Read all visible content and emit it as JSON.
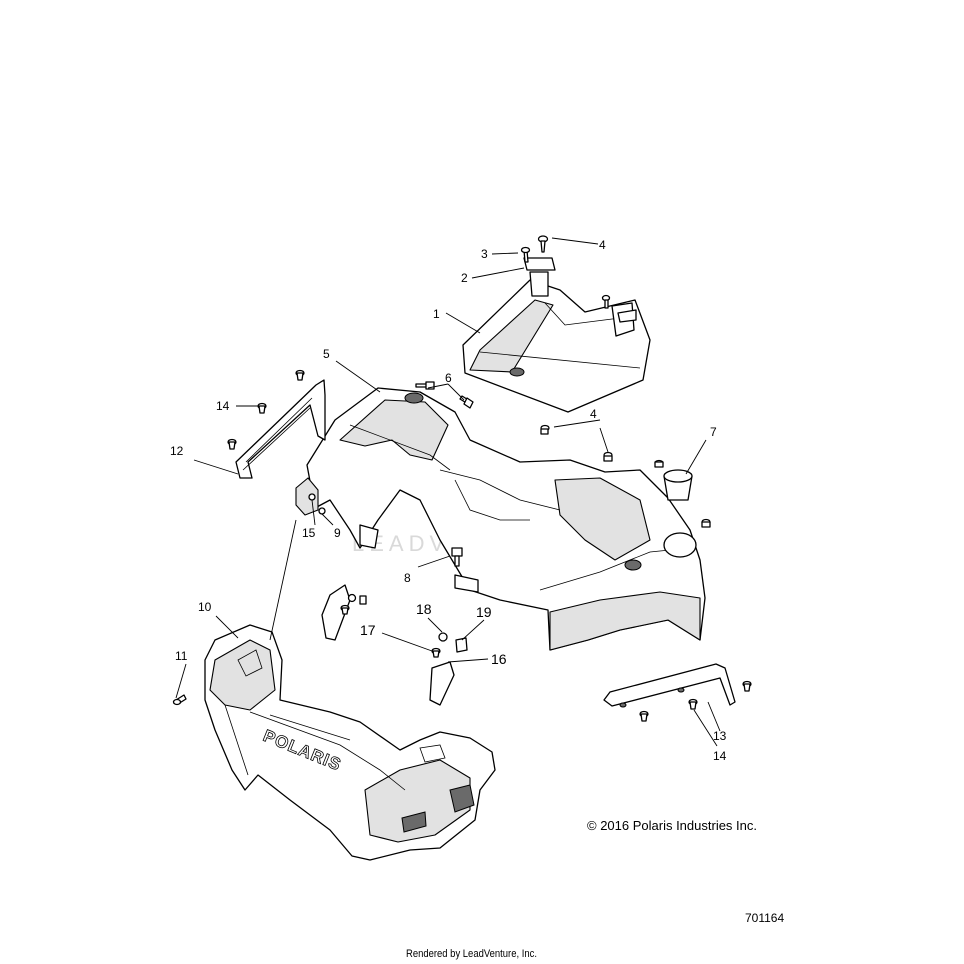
{
  "diagram": {
    "callouts": {
      "c1": "1",
      "c2": "2",
      "c3": "3",
      "c4a": "4",
      "c4b": "4",
      "c5": "5",
      "c6": "6",
      "c7": "7",
      "c8": "8",
      "c9": "9",
      "c10": "10",
      "c11": "11",
      "c12": "12",
      "c13": "13",
      "c14a": "14",
      "c14b": "14",
      "c15": "15",
      "c16": "16",
      "c17": "17",
      "c18": "18",
      "c19": "19"
    },
    "brand_mark": "POLARIS",
    "watermark": "LEADVENTURE",
    "copyright": "© 2016 Polaris Industries Inc.",
    "reference_number": "701164",
    "rendered_by": "Rendered by LeadVenture, Inc."
  },
  "colors": {
    "line": "#000000",
    "background": "#ffffff",
    "shading": "#e2e2e2",
    "watermark": "#d9d9d9"
  }
}
